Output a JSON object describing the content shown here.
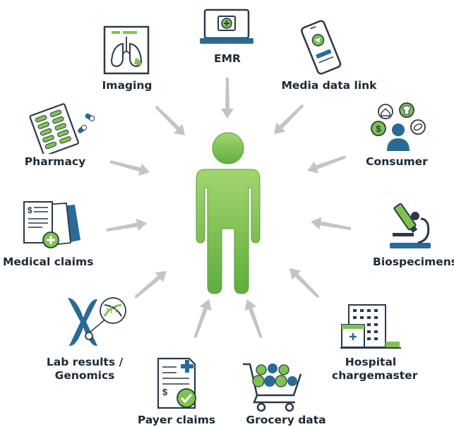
{
  "center": {
    "icon": "person-icon",
    "color": "#7dc153"
  },
  "colors": {
    "dark": "#2a3a4a",
    "blue": "#2a6a96",
    "green": "#80c24f",
    "arrow": "#c4c4c4"
  },
  "sources": [
    {
      "id": "emr",
      "label": "EMR",
      "icon": "laptop-medical-icon"
    },
    {
      "id": "media",
      "label": "Media data link",
      "icon": "smartphone-icon"
    },
    {
      "id": "consumer",
      "label": "Consumer",
      "icon": "consumer-profile-icon"
    },
    {
      "id": "biospecimens",
      "label": "Biospecimens",
      "icon": "microscope-icon"
    },
    {
      "id": "hospital",
      "label1": "Hospital",
      "label2": "chargemaster",
      "icon": "hospital-building-icon"
    },
    {
      "id": "grocery",
      "label": "Grocery data",
      "icon": "shopping-cart-icon"
    },
    {
      "id": "payer",
      "label": "Payer claims",
      "icon": "claim-form-check-icon"
    },
    {
      "id": "lab",
      "label1": "Lab results /",
      "label2": "Genomics",
      "icon": "chromosome-dna-icon"
    },
    {
      "id": "medical",
      "label": "Medical claims",
      "icon": "medical-claim-documents-icon"
    },
    {
      "id": "pharmacy",
      "label": "Pharmacy",
      "icon": "pill-pack-icon"
    },
    {
      "id": "imaging",
      "label": "Imaging",
      "icon": "lung-xray-icon"
    }
  ]
}
